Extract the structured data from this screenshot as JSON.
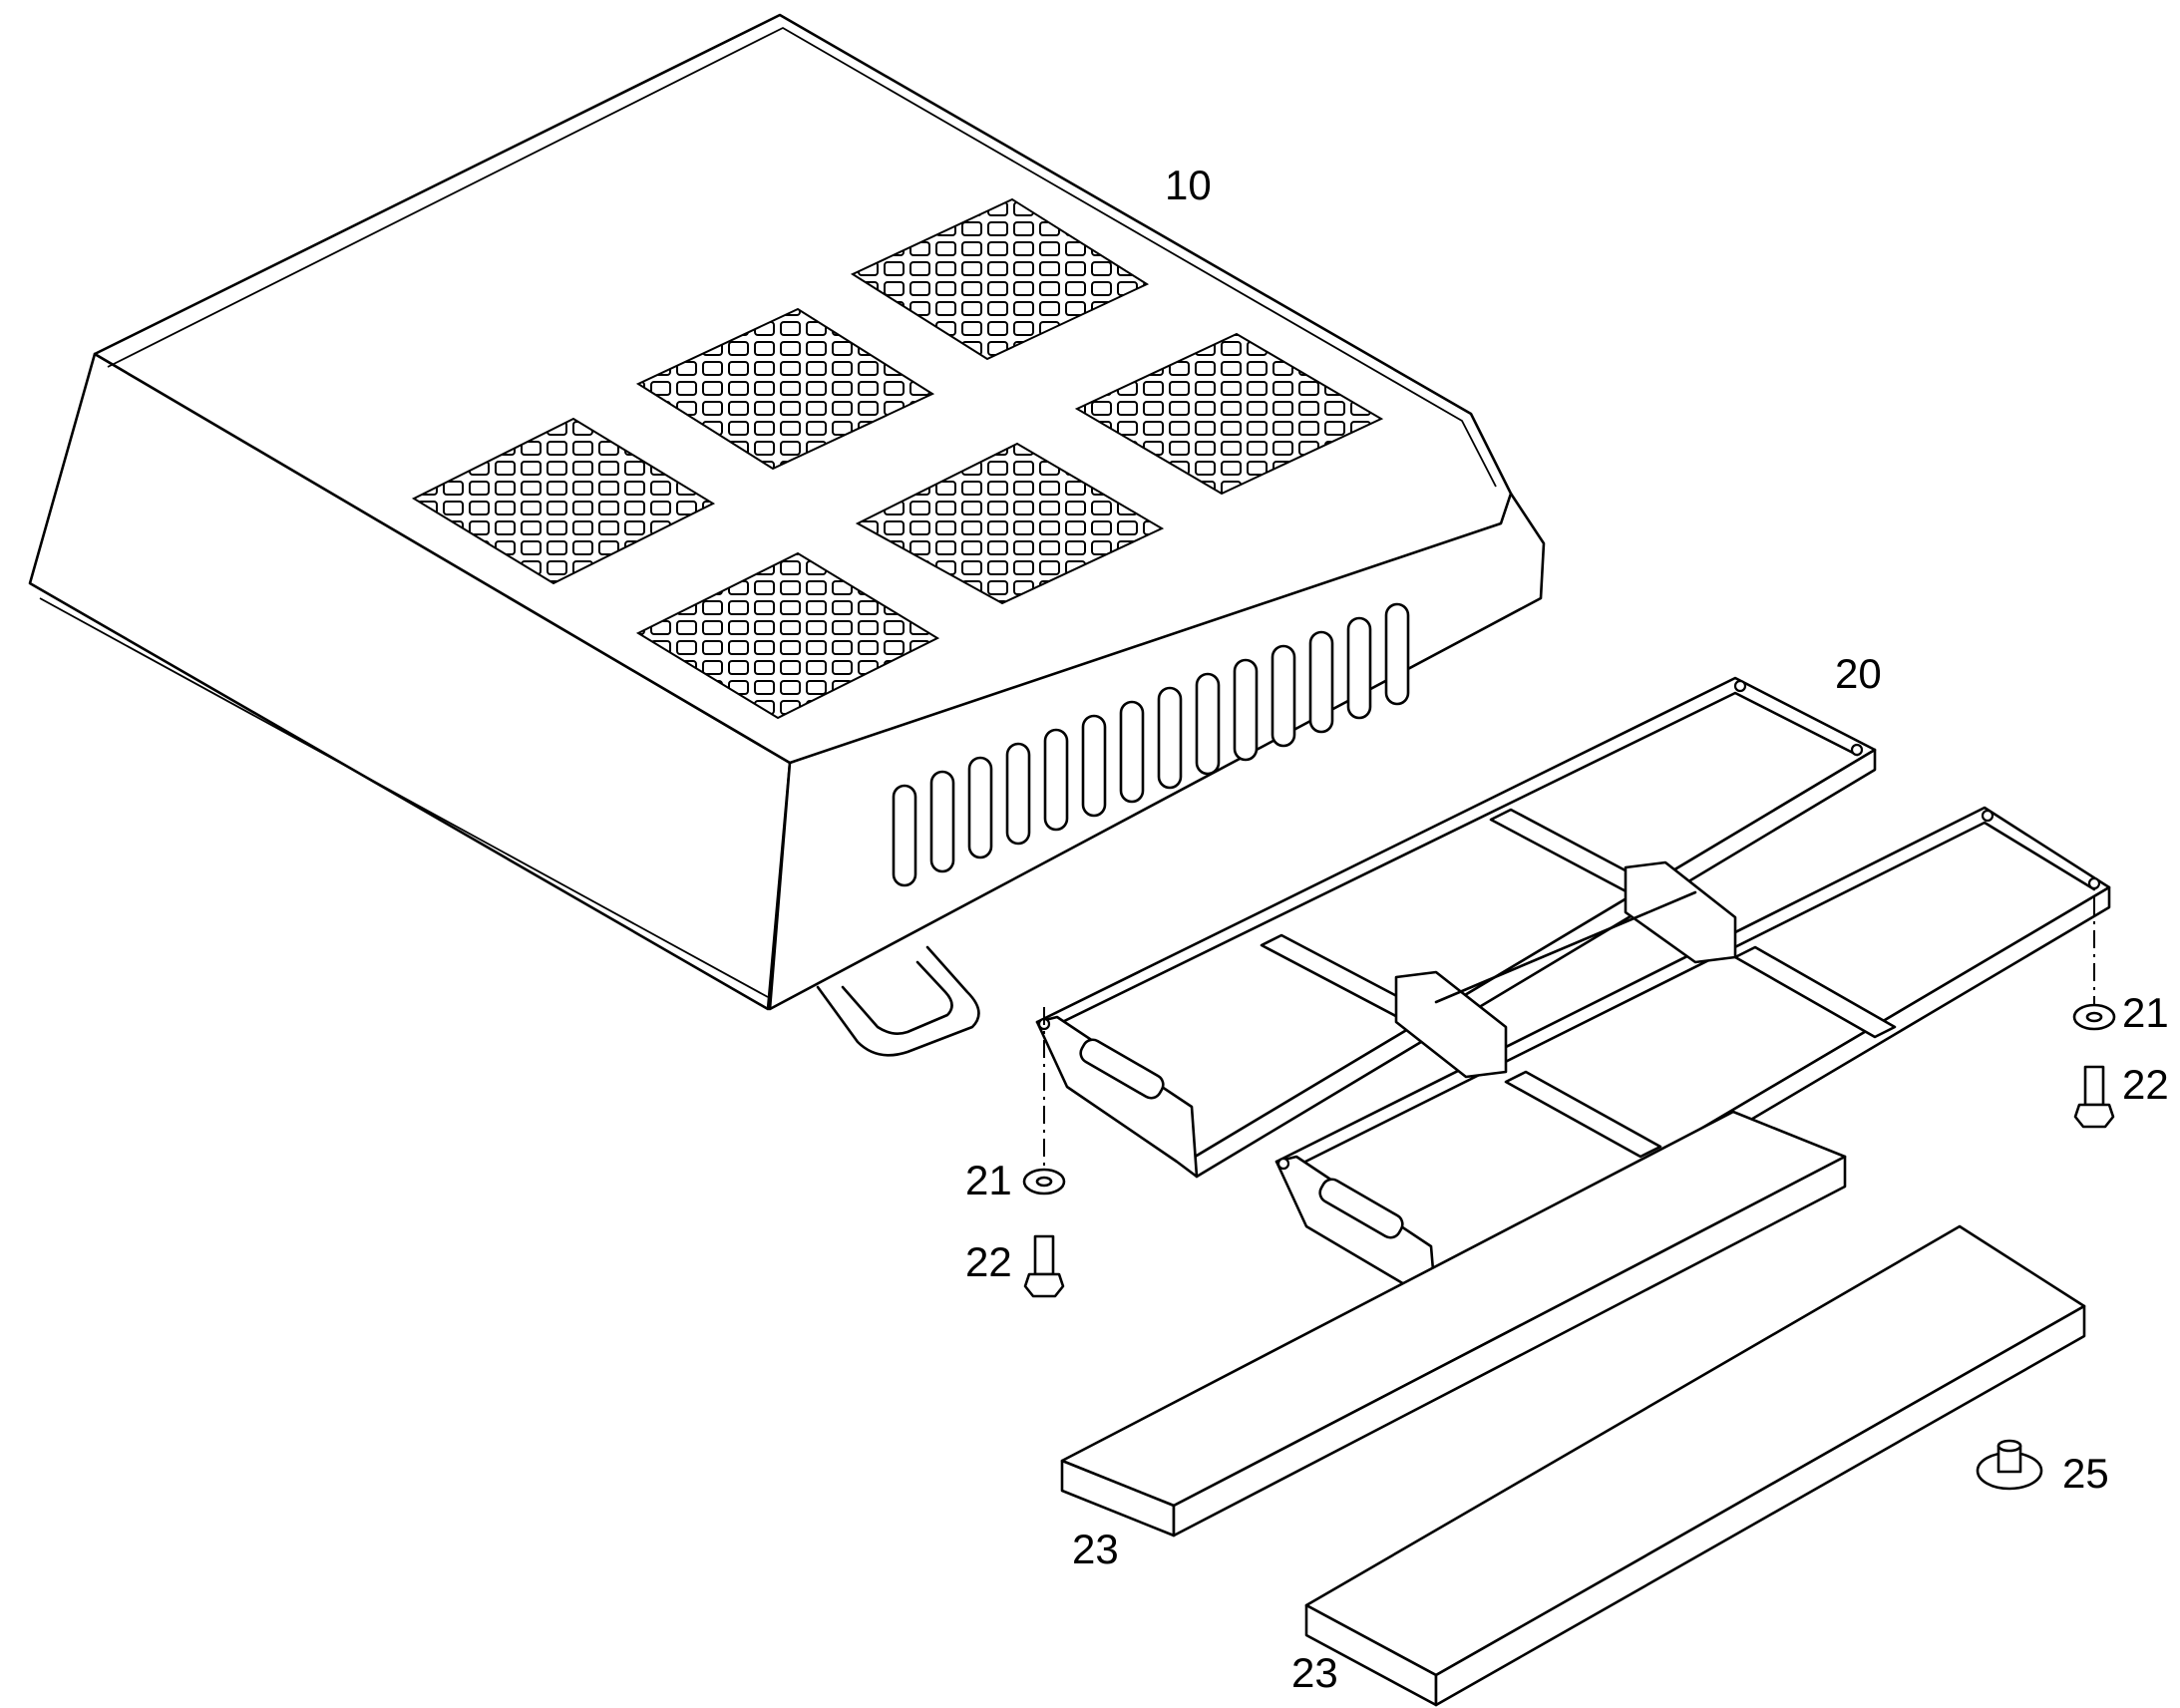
{
  "figure": {
    "labels": {
      "housing": "10",
      "frame": "20",
      "washer_left": "21",
      "bolt_left": "22",
      "washer_right": "21",
      "bolt_right": "22",
      "pad_front": "23",
      "pad_rear": "23",
      "plug": "25"
    }
  }
}
